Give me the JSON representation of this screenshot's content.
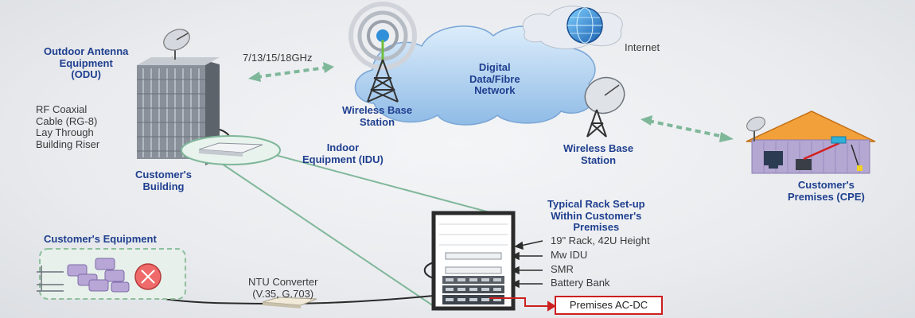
{
  "labels": {
    "odu": [
      "Outdoor Antenna",
      "Equipment",
      "(ODU)"
    ],
    "rf_cable": [
      "RF Coaxial",
      "Cable (RG-8)",
      "Lay Through",
      "Building Riser"
    ],
    "customer_building": [
      "Customer's",
      "Building"
    ],
    "frequency": "7/13/15/18GHz",
    "wireless_base_station_1": [
      "Wireless Base",
      "Station"
    ],
    "digital_network": [
      "Digital",
      "Data/Fibre",
      "Network"
    ],
    "internet": "Internet",
    "wireless_base_station_2": [
      "Wireless Base",
      "Station"
    ],
    "customer_premises": [
      "Customer's",
      "Premises (CPE)"
    ],
    "idu": [
      "Indoor",
      "Equipment (IDU)"
    ],
    "rack_title": [
      "Typical Rack Set-up",
      "Within Customer's",
      "Premises"
    ],
    "rack_items": [
      "19\" Rack, 42U Height",
      "Mw IDU",
      "SMR",
      "Battery Bank"
    ],
    "customer_equipment": "Customer's Equipment",
    "ntu_converter": [
      "NTU Converter",
      "(V.35, G.703)"
    ],
    "premises_ac_dc": "Premises AC-DC"
  },
  "colors": {
    "label_blue": "#1f3f8f",
    "link_green": "#7fb79a",
    "alert_red": "#cc1f1f",
    "cloud_blue": "#a9cdee"
  }
}
